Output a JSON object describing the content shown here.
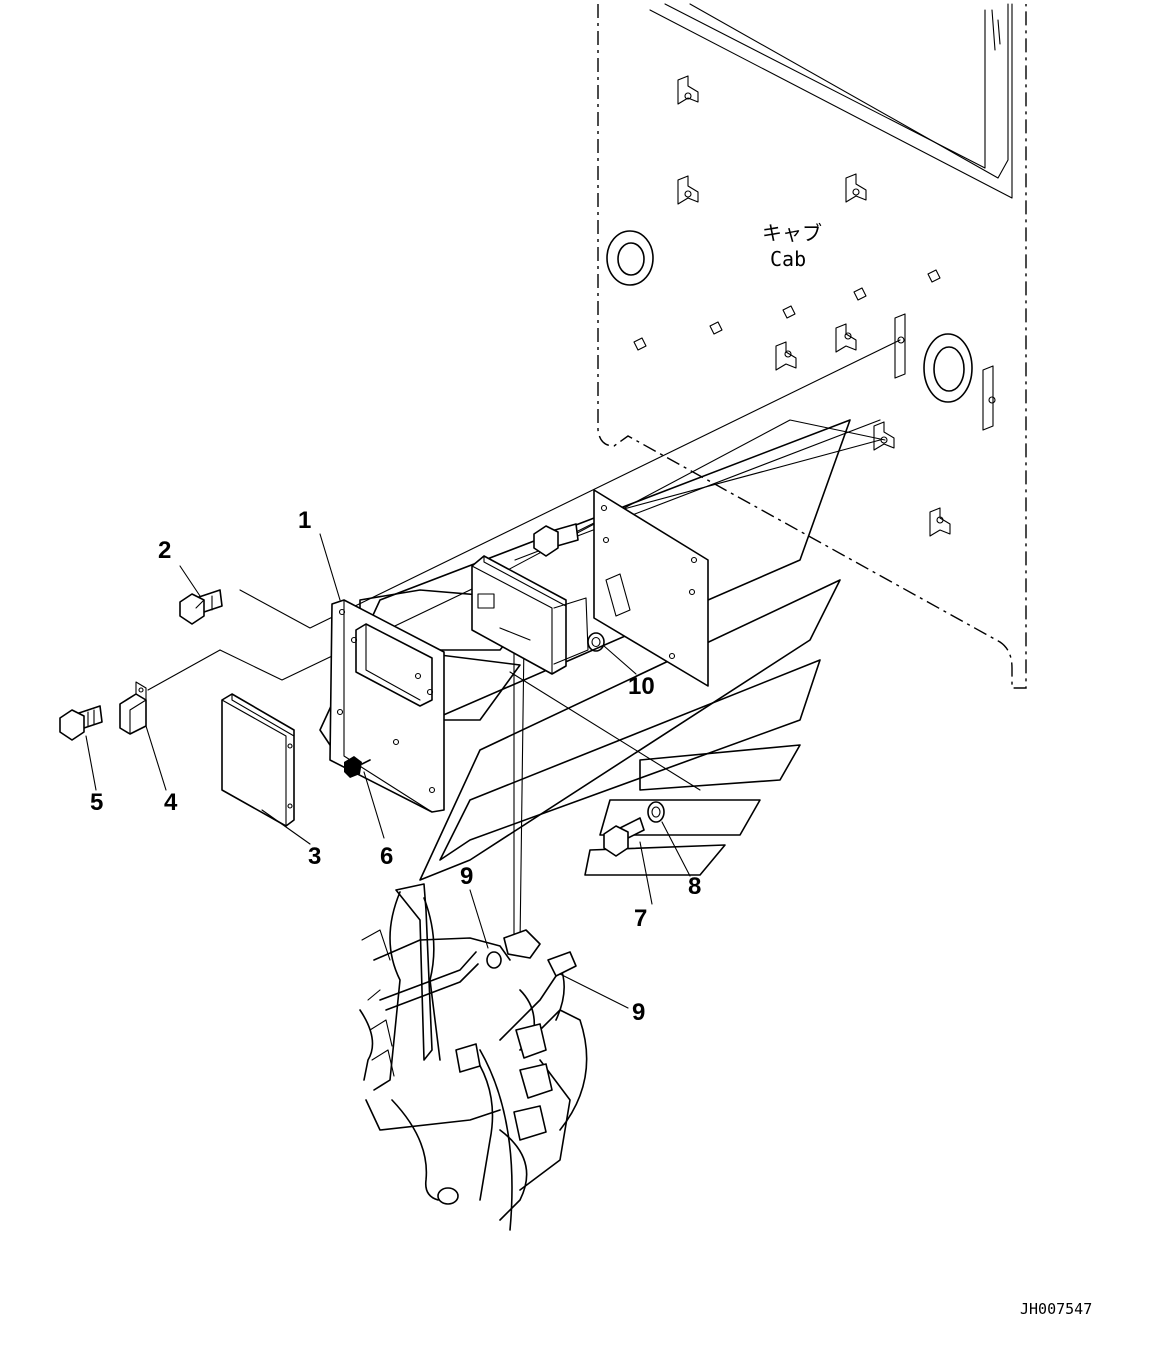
{
  "cab_label_jp": "キャブ",
  "cab_label_en": "Cab",
  "drawing_code": "JH007547",
  "callouts": {
    "c1": "1",
    "c2": "2",
    "c3": "3",
    "c4": "4",
    "c5": "5",
    "c6": "6",
    "c7": "7",
    "c8": "8",
    "c9a": "9",
    "c9b": "9",
    "c10": "10"
  }
}
